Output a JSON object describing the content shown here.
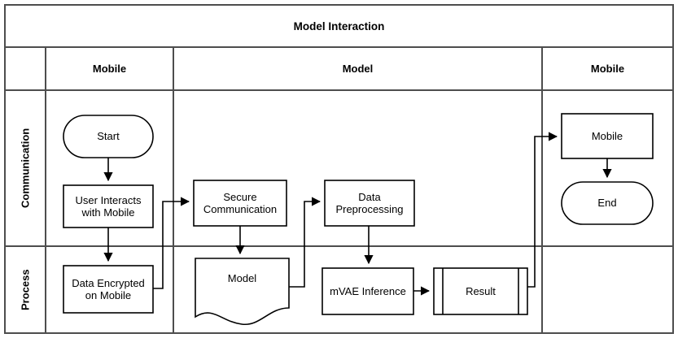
{
  "diagram": {
    "title": "Model Interaction",
    "type": "swimlane-flowchart",
    "colors": {
      "stroke": "#000000",
      "grid_stroke": "#4d4d4d",
      "fill": "#ffffff",
      "text": "#000000"
    },
    "column_headers": [
      {
        "id": "col-mobile-left",
        "label": "Mobile"
      },
      {
        "id": "col-model",
        "label": "Model"
      },
      {
        "id": "col-mobile-right",
        "label": "Mobile"
      }
    ],
    "row_headers": [
      {
        "id": "row-communication",
        "label": "Communication"
      },
      {
        "id": "row-process",
        "label": "Process"
      }
    ],
    "nodes": [
      {
        "id": "start",
        "label": "Start",
        "shape": "stadium",
        "lane": "Mobile",
        "band": "Communication"
      },
      {
        "id": "user-interacts",
        "label": "User Interacts\nwith Mobile",
        "shape": "rectangle",
        "lane": "Mobile",
        "band": "Communication"
      },
      {
        "id": "data-encrypted",
        "label": "Data Encrypted\non Mobile",
        "shape": "rectangle",
        "lane": "Mobile",
        "band": "Process"
      },
      {
        "id": "secure-communication",
        "label": "Secure\nCommunication",
        "shape": "rectangle",
        "lane": "Model",
        "band": "Communication"
      },
      {
        "id": "data-preprocessing",
        "label": "Data\nPreprocessing",
        "shape": "rectangle",
        "lane": "Model",
        "band": "Communication"
      },
      {
        "id": "model",
        "label": "Model",
        "shape": "document",
        "lane": "Model",
        "band": "Process"
      },
      {
        "id": "mvae-inference",
        "label": "mVAE Inference",
        "shape": "rectangle",
        "lane": "Model",
        "band": "Process"
      },
      {
        "id": "result",
        "label": "Result",
        "shape": "predefined-process",
        "lane": "Model",
        "band": "Process"
      },
      {
        "id": "mobile-out",
        "label": "Mobile",
        "shape": "rectangle",
        "lane": "Mobile",
        "band": "Communication"
      },
      {
        "id": "end",
        "label": "End",
        "shape": "stadium",
        "lane": "Mobile",
        "band": "Communication"
      }
    ],
    "edges": [
      {
        "id": "edge-start-user",
        "from": "start",
        "to": "user-interacts"
      },
      {
        "id": "edge-user-encrypted",
        "from": "user-interacts",
        "to": "data-encrypted"
      },
      {
        "id": "edge-encrypted-secure",
        "from": "data-encrypted",
        "to": "secure-communication"
      },
      {
        "id": "edge-secure-model",
        "from": "secure-communication",
        "to": "model"
      },
      {
        "id": "edge-model-preprocessing",
        "from": "model",
        "to": "data-preprocessing"
      },
      {
        "id": "edge-preprocessing-mvae",
        "from": "data-preprocessing",
        "to": "mvae-inference"
      },
      {
        "id": "edge-mvae-result",
        "from": "mvae-inference",
        "to": "result"
      },
      {
        "id": "edge-result-mobile",
        "from": "result",
        "to": "mobile-out"
      },
      {
        "id": "edge-mobile-end",
        "from": "mobile-out",
        "to": "end"
      }
    ]
  }
}
